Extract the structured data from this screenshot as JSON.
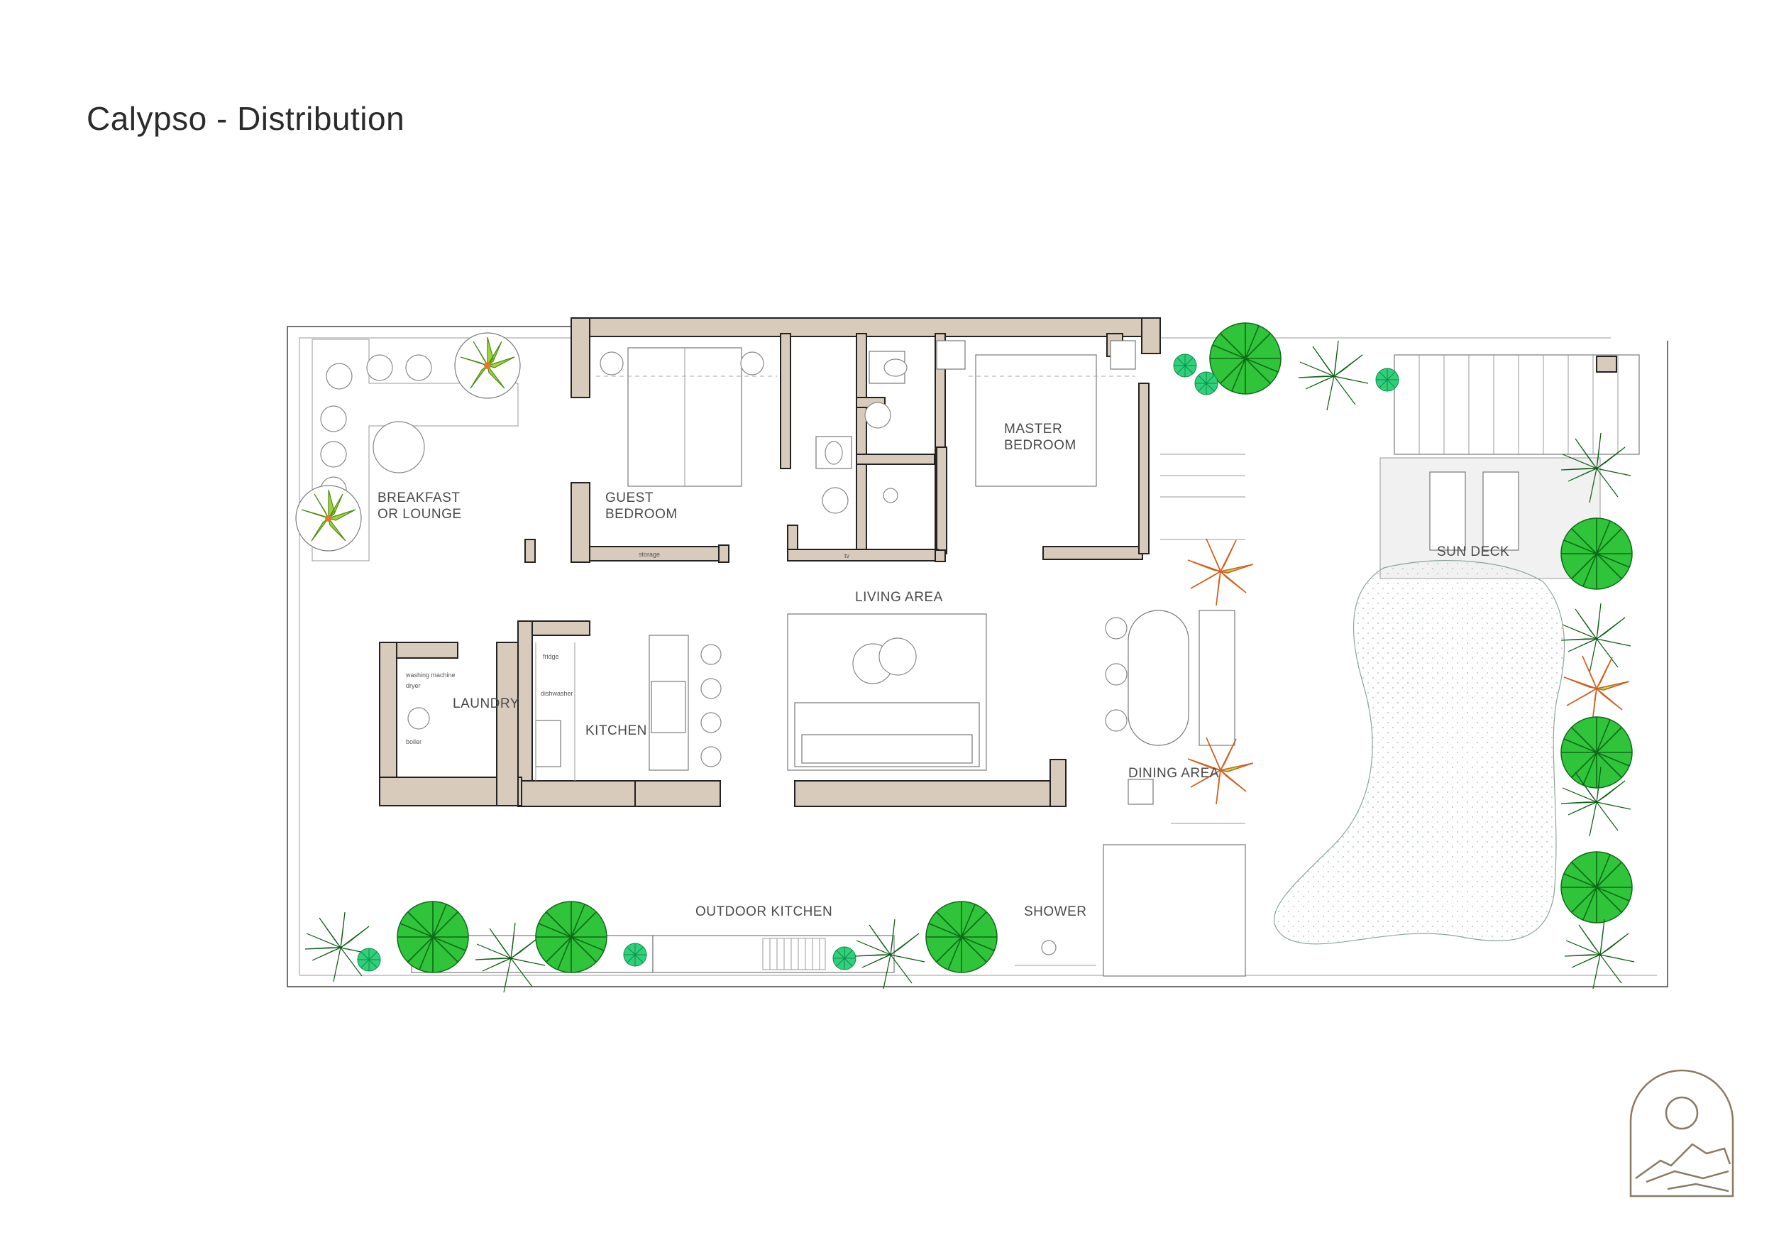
{
  "title": "Calypso - Distribution",
  "labels": {
    "breakfast_line1": "BREAKFAST",
    "breakfast_line2": "OR LOUNGE",
    "guest_line1": "GUEST",
    "guest_line2": "BEDROOM",
    "master_line1": "MASTER",
    "master_line2": "BEDROOM",
    "living": "LIVING AREA",
    "kitchen": "KITCHEN",
    "laundry": "LAUNDRY",
    "dining": "DINING AREA",
    "sundeck": "SUN DECK",
    "outdoor_kitchen": "OUTDOOR KITCHEN",
    "shower": "SHOWER",
    "storage": "storage",
    "tv": "tv",
    "fridge": "fridge",
    "dishwasher": "dishwasher",
    "washing_machine": "washing machine",
    "dryer": "dryer",
    "boiler": "boiler"
  },
  "colors": {
    "wall": "#d9cbbb",
    "plant_dark": "#1f9e2a",
    "plant_bright": "#2fc43a",
    "plant_yellow": "#9ed43a",
    "plant_accent": "#e07a2a",
    "pool_tint": "#f2f6f4",
    "logo": "#8a7a68"
  }
}
